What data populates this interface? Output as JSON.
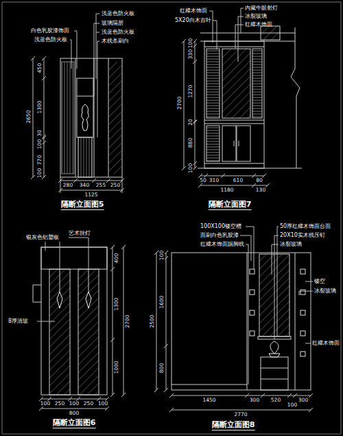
{
  "diagram": {
    "labels": [
      "白色乳胶漆饰面",
      "浅蓝色防火板",
      "浅蓝色防火板",
      "玻璃隔层",
      "浅蓝色防火板",
      "木线条刷白",
      "450",
      "1300",
      "30",
      "2650",
      "100",
      "770",
      "100",
      "280",
      "340",
      "255",
      "250",
      "1125",
      "隔断立面图5",
      "红樟木饰面",
      "5X20白木百叶",
      "内藏牛眼射灯",
      "冰裂玻璃",
      "红樟木饰面",
      "100",
      "330",
      "2700",
      "1270",
      "20",
      "880",
      "100",
      "50",
      "310",
      "610",
      "80",
      "1180",
      "130",
      "隔断立面图7",
      "银灰色铝塑板",
      "艺术挂灯",
      "8厚清玻",
      "400",
      "1300",
      "2700",
      "1000",
      "100",
      "250",
      "100",
      "250",
      "100",
      "800",
      "隔断立面图6",
      "100X100镂空槽",
      "面刷白色乳胶漆",
      "红樟木饰面踢脚线",
      "50厚红樟木饰面台面",
      "20X10实木线压钉",
      "冰裂玻璃",
      "镂空",
      "冰裂玻璃",
      "红樟木饰面",
      "100",
      "1600",
      "2500",
      "800",
      "1450",
      "300",
      "520",
      "100",
      "300",
      "2770",
      "隔断立面图8"
    ]
  }
}
